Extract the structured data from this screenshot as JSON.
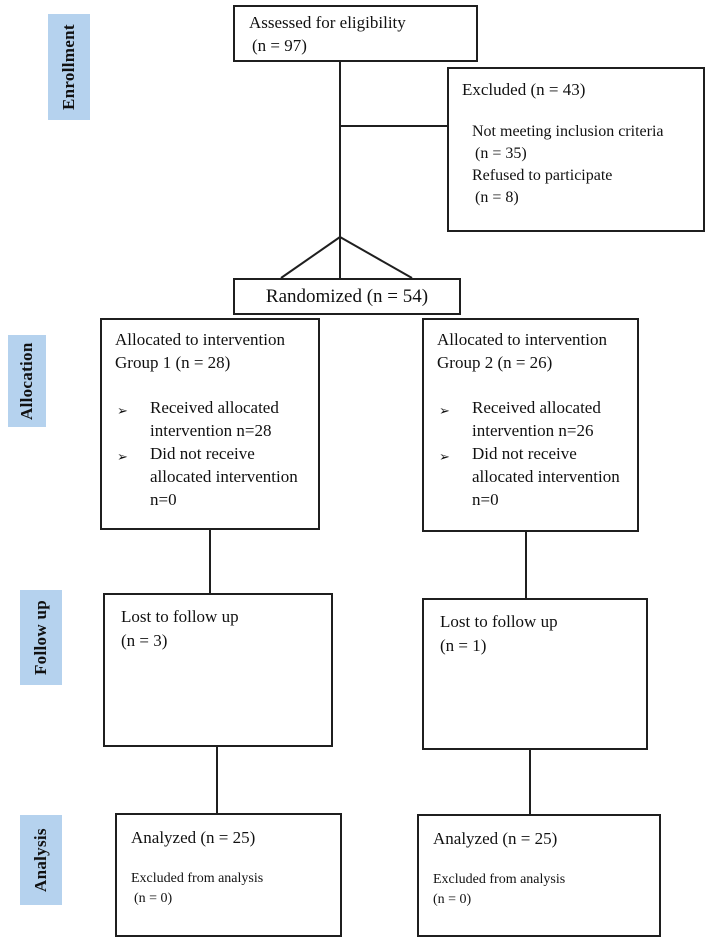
{
  "palette": {
    "label_bg": "#b5d2ee",
    "line": "#1f1f1f"
  },
  "icons": {
    "bullet_marker": "➢"
  },
  "stages": {
    "enrollment": {
      "label": "Enrollment"
    },
    "allocation": {
      "label": "Allocation"
    },
    "follow_up": {
      "label": "Follow up"
    },
    "analysis": {
      "label": "Analysis"
    }
  },
  "boxes": {
    "assessed": {
      "line1": "Assessed for eligibility",
      "line2": "(n = 97)"
    },
    "excluded": {
      "title": "Excluded (n = 43)",
      "reasons": [
        {
          "label": "Not meeting inclusion criteria",
          "count": "(n = 35)"
        },
        {
          "label": "Refused to participate",
          "count": "(n = 8)"
        }
      ]
    },
    "randomized": {
      "label": "Randomized (n = 54)"
    },
    "group1": {
      "title_line1": "Allocated to intervention",
      "title_line2": "Group 1 (n = 28)",
      "bullets": [
        {
          "line1": "Received allocated",
          "line2": "intervention n=28"
        },
        {
          "line1": "Did not receive",
          "line2": "allocated intervention",
          "line3": "n=0"
        }
      ]
    },
    "group2": {
      "title_line1": "Allocated to intervention",
      "title_line2": "Group 2 (n = 26)",
      "bullets": [
        {
          "line1": "Received allocated",
          "line2": "intervention n=26"
        },
        {
          "line1": "Did not receive",
          "line2": "allocated intervention",
          "line3": "n=0"
        }
      ]
    },
    "followup1": {
      "line1": "Lost to follow up",
      "line2": "(n = 3)"
    },
    "followup2": {
      "line1": "Lost to follow up",
      "line2": "(n = 1)"
    },
    "analysis1": {
      "title": "Analyzed (n = 25)",
      "sub_line1": "Excluded from analysis",
      "sub_line2": "(n = 0)"
    },
    "analysis2": {
      "title": "Analyzed (n = 25)",
      "sub_line1": "Excluded from analysis",
      "sub_line2": "(n = 0)"
    }
  }
}
